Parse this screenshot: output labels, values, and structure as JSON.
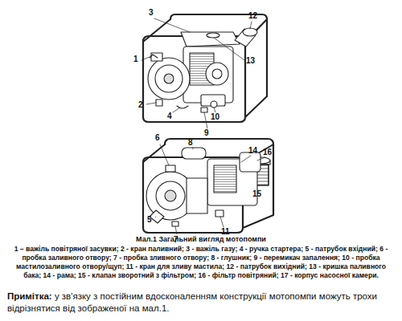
{
  "diagram": {
    "caption": "Мал.1 Загальний вигляд мотопомпи",
    "labels": [
      "3",
      "12",
      "1",
      "13",
      "2",
      "4",
      "10",
      "9",
      "15",
      "6",
      "8",
      "14",
      "16",
      "5",
      "7",
      "11",
      "1 – важіль повітряної засувки; 2 - кран паливний; 3 - важіль газу; 4 - ручка стартера; 5 - патрубок вхідний; 6 - пробка заливного отвору; 7 - пробка зливного отвору; 8 - глушник; 9 - перемикач запалення; 10 - пробка мастилозаливного отвору/щуп; 11 - кран для зливу мастила; 12 - патрубок вихідний; 13 - кришка паливного бака; 14 - рама; 15 - клапан зворотний з фільтром; 16 - фільтр повітряний; 17 - корпус насосної камери.",
      "Примітка:",
      "у зв'язку з постійним вдосконаленням конструкції мотопомпи можуть трохи відрізнятися від зображеної на мал.1."
    ]
  }
}
